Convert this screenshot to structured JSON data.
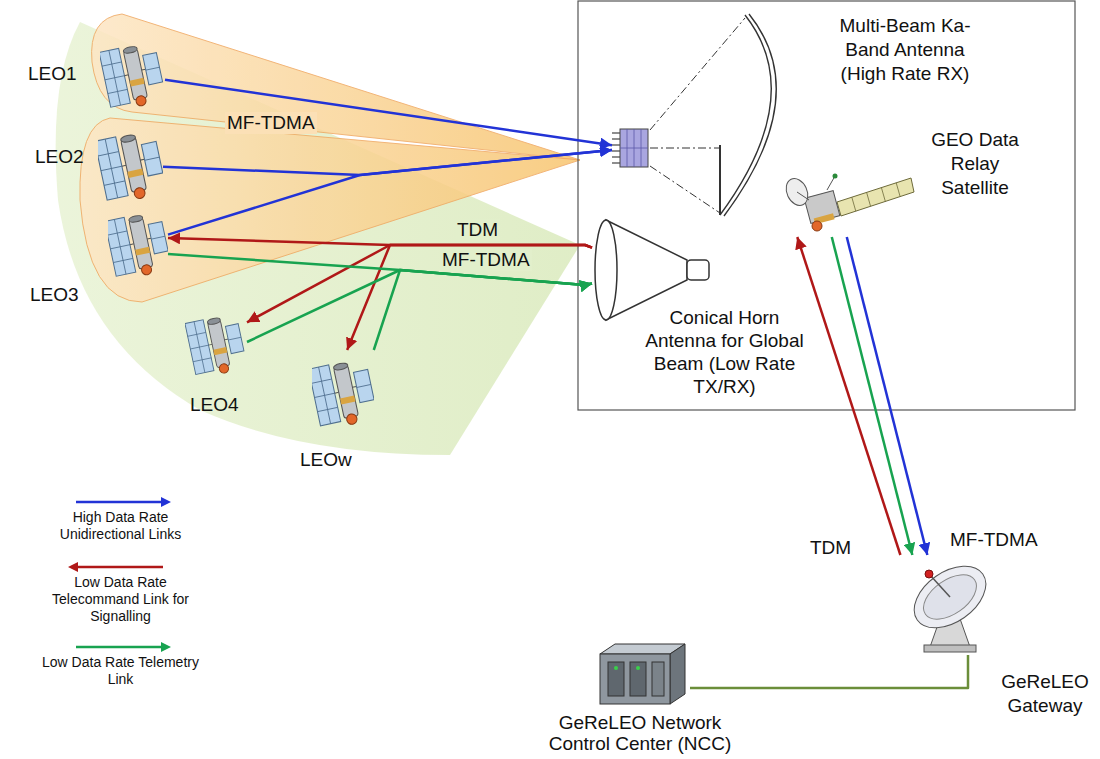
{
  "diagram": {
    "nodes": [
      {
        "text": [
          "LEO1"
        ]
      },
      {
        "text": [
          "Multi-Beam Ka-Band Antenna (High Rate RX)"
        ]
      },
      {
        "text": [
          "LEO2"
        ]
      },
      {
        "text": [
          "GEO Data Relay Satellite"
        ]
      },
      {
        "text": [
          "LEO3"
        ]
      },
      {
        "text": [
          "Conical Horn Antenna for Global Beam (Low Rate TX/RX)"
        ]
      },
      {
        "text": [
          "LEO4"
        ]
      },
      {
        "text": [
          "LEOw"
        ]
      },
      {
        "text": [
          "GeReLEO Gateway"
        ]
      },
      {
        "text": [
          "GeReLEO Network Control Center (NCC)"
        ]
      }
    ],
    "edges": [
      {
        "from": 0,
        "to": 1,
        "arrow": "to"
      },
      {
        "from": 2,
        "to": 1,
        "arrow": "to"
      },
      {
        "from": 4,
        "to": 1,
        "arrow": "to"
      },
      {
        "from": 5,
        "to": 4,
        "arrow": "to"
      },
      {
        "from": 5,
        "to": 6,
        "arrow": "to"
      },
      {
        "from": 5,
        "to": 7,
        "arrow": "to"
      },
      {
        "from": 4,
        "to": 5,
        "arrow": "to"
      },
      {
        "from": 6,
        "to": 5,
        "arrow": "to"
      },
      {
        "from": 7,
        "to": 5,
        "arrow": "to"
      },
      {
        "from": 8,
        "to": 3,
        "arrow": "to"
      },
      {
        "from": 3,
        "to": 8,
        "arrow": "to"
      },
      {
        "from": 3,
        "to": 8,
        "arrow": "to"
      },
      {
        "from": 9,
        "to": 8,
        "arrow": "none"
      }
    ],
    "labels": [
      "MF-TDMA",
      "TDM",
      "MF-TDMA",
      "TDM",
      "MF-TDMA"
    ],
    "legend": [
      {
        "text": "High Data Rate Unidirectional Links"
      },
      {
        "text": "Low Data Rate Telecommand Link for Signalling"
      },
      {
        "text": "Low Data Rate Telemetry Link"
      }
    ]
  }
}
